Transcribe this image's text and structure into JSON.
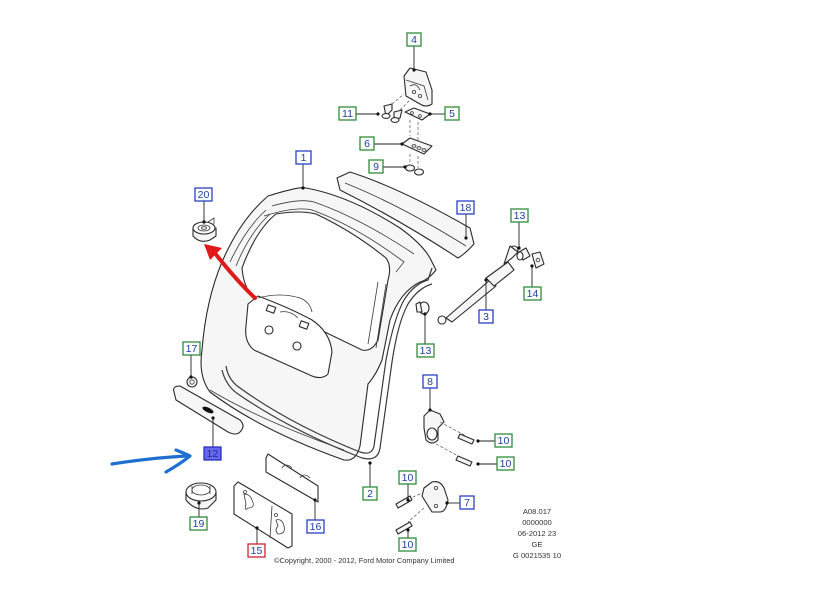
{
  "diagram": {
    "title": "Tailgate / liftgate exploded parts diagram",
    "callout_colors": {
      "green": {
        "stroke": "#2e8b3a",
        "fill": "#ffffff",
        "text": "#1d3f9e"
      },
      "blue": {
        "stroke": "#2a3fc7",
        "fill": "#ffffff",
        "text": "#1d3f9e"
      },
      "blue_filled": {
        "stroke": "#2a2fbf",
        "fill": "#6666ee",
        "text": "#1d2a8a"
      },
      "red": {
        "stroke": "#d0203a",
        "fill": "#ffffff",
        "text": "#1d3f9e"
      }
    },
    "callouts": [
      {
        "label": "1",
        "color": "blue",
        "part": "tailgate"
      },
      {
        "label": "2",
        "color": "green",
        "part": "weatherstrip"
      },
      {
        "label": "3",
        "color": "blue",
        "part": "gas-strut"
      },
      {
        "label": "4",
        "color": "green",
        "part": "hinge"
      },
      {
        "label": "5",
        "color": "green",
        "part": "hinge-plate"
      },
      {
        "label": "6",
        "color": "green",
        "part": "hinge-reinforcement"
      },
      {
        "label": "7",
        "color": "blue",
        "part": "striker-bracket"
      },
      {
        "label": "8",
        "color": "blue",
        "part": "latch"
      },
      {
        "label": "9",
        "color": "green",
        "part": "hinge-nuts"
      },
      {
        "label": "10",
        "color": "green",
        "part": "bolt"
      },
      {
        "label": "10",
        "color": "green",
        "part": "bolt"
      },
      {
        "label": "10",
        "color": "green",
        "part": "bolt"
      },
      {
        "label": "10",
        "color": "green",
        "part": "bolt"
      },
      {
        "label": "11",
        "color": "green",
        "part": "hinge-bolts"
      },
      {
        "label": "12",
        "color": "blue_filled",
        "part": "handle-trim-strip"
      },
      {
        "label": "13",
        "color": "green",
        "part": "ball-stud-upper"
      },
      {
        "label": "13",
        "color": "green",
        "part": "ball-stud-lower"
      },
      {
        "label": "14",
        "color": "green",
        "part": "clip-nut"
      },
      {
        "label": "15",
        "color": "red",
        "part": "licence-plate-bracket"
      },
      {
        "label": "16",
        "color": "blue",
        "part": "licence-plate-gasket"
      },
      {
        "label": "17",
        "color": "green",
        "part": "trim-nut"
      },
      {
        "label": "18",
        "color": "blue",
        "part": "spoiler"
      },
      {
        "label": "19",
        "color": "green",
        "part": "grommet"
      },
      {
        "label": "20",
        "color": "blue",
        "part": "bump-stop"
      }
    ],
    "reference_block": [
      "A08.017",
      "0000000",
      "06-2012 23",
      "GE",
      "G 0021535 10"
    ],
    "copyright": "©Copyright, 2000 - 2012, Ford Motor Company Limited",
    "annotations": {
      "red_arrow": {
        "color": "#e01a1a",
        "points_to": "20"
      },
      "blue_arrow": {
        "color": "#1f6fd1",
        "points_to": "12"
      }
    }
  }
}
